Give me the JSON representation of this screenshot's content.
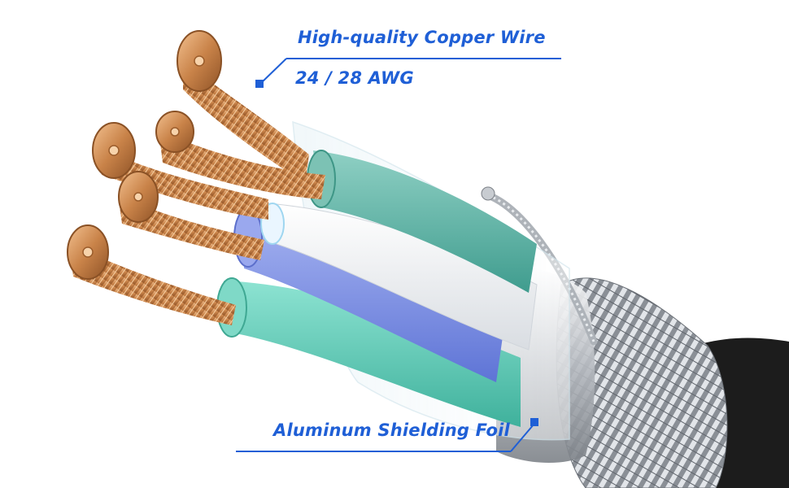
{
  "callouts": {
    "copper": {
      "title": "High-quality Copper Wire",
      "subtitle": "24 / 28 AWG"
    },
    "foil": {
      "title": "Aluminum Shielding Foil"
    }
  },
  "colors": {
    "accent": "#1f5fd6",
    "copper": "#d4935a",
    "teal": "#4fb0a3",
    "green_teal": "#6cc7b6",
    "blue": "#6f86e0",
    "white_wire": "#f2f4f6",
    "jacket": "#1c1c1c",
    "braid": "#c9ccd1"
  }
}
